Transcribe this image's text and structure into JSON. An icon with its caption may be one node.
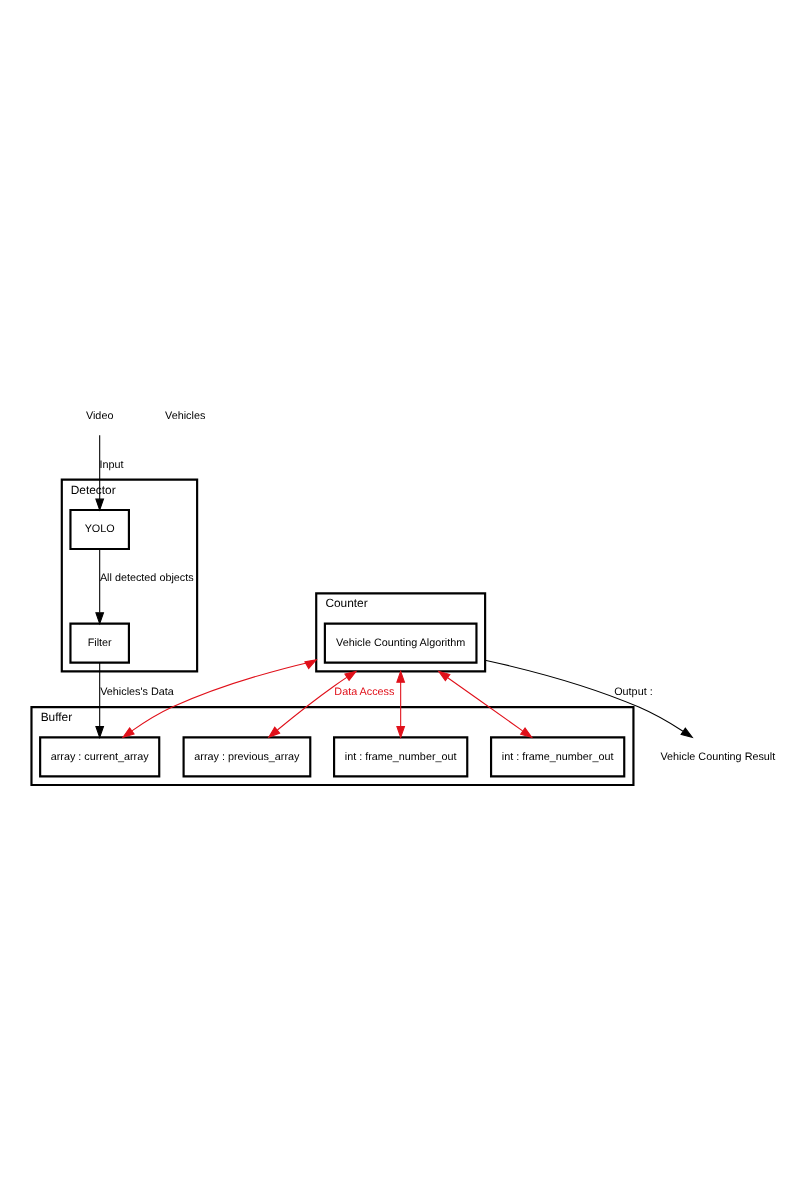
{
  "diagram": {
    "nodes": [
      {
        "text": [
          "Detector"
        ]
      },
      {
        "text": [
          "YOLO"
        ],
        "in": 0
      },
      {
        "text": [
          "Filter"
        ],
        "in": 0
      },
      {
        "text": [
          "Video"
        ]
      },
      {
        "text": [
          "Buffer"
        ]
      },
      {
        "text": [
          "int : frame_number_out"
        ],
        "in": 4
      },
      {
        "text": [
          "int : frame_number_out"
        ],
        "in": 4
      },
      {
        "text": [
          "array : previous_array"
        ],
        "in": 4
      },
      {
        "text": [
          "array : current_array"
        ],
        "in": 4
      },
      {
        "text": [
          "Counter"
        ]
      },
      {
        "text": [
          "Vehicle Counting Algorithm"
        ],
        "in": 9
      },
      {
        "text": [
          "Vehicle Counting Result"
        ]
      }
    ],
    "edges": [
      {
        "from": 3,
        "to": 1,
        "arrow": "to",
        "label": "Input"
      },
      {
        "from": 1,
        "to": 2,
        "arrow": "to",
        "label": "All detected objects"
      },
      {
        "from": 2,
        "to": 8,
        "arrow": "to",
        "label": "Vehicles's Data"
      },
      {
        "from": 9,
        "to": 5,
        "arrow": "both",
        "color": "#e0101a"
      },
      {
        "from": 9,
        "to": 6,
        "arrow": "both",
        "color": "#e0101a"
      },
      {
        "from": 9,
        "to": 7,
        "arrow": "both",
        "color": "#e0101a",
        "label": "Data Access"
      },
      {
        "from": 9,
        "to": 8,
        "arrow": "both",
        "color": "#e0101a"
      },
      {
        "from": 9,
        "to": 11,
        "arrow": "to",
        "label": "Output :"
      }
    ],
    "labels": [
      "Vehicles"
    ]
  }
}
